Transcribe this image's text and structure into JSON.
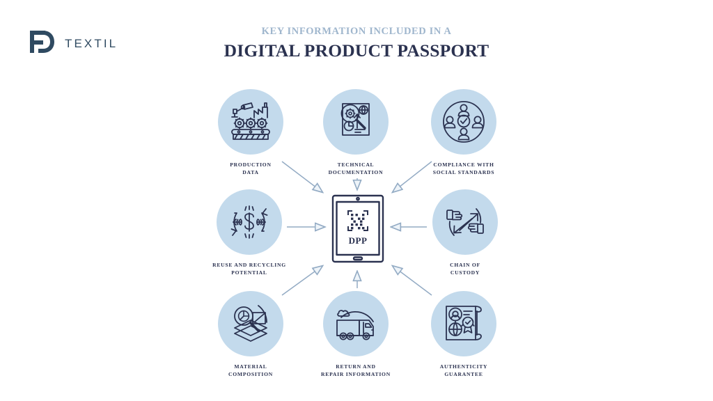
{
  "brand": {
    "logo_icon": "fd-monogram-icon",
    "wordmark": "TEXTIL"
  },
  "header": {
    "eyebrow": "KEY INFORMATION INCLUDED IN A",
    "headline": "DIGITAL PRODUCT PASSPORT"
  },
  "center": {
    "device_icon": "tablet-qr-icon",
    "qr_icon": "qr-code-icon",
    "label": "DPP"
  },
  "colors": {
    "bubble_fill": "#c3daec",
    "line_dark": "#2b3250",
    "arrow": "#93abc4",
    "eyebrow": "#9fb6cd",
    "headline": "#2b3250",
    "logo": "#2f4a61",
    "background": "#ffffff"
  },
  "nodes": [
    {
      "id": "production",
      "label": "PRODUCTION\nDATA",
      "icon": "factory-robot-gears-icon",
      "position": "top-left",
      "arrow_direction": "diagonal-down-right"
    },
    {
      "id": "technical",
      "label": "TECHNICAL\nDOCUMENTATION",
      "icon": "magnifier-gear-document-icon",
      "position": "top-center",
      "arrow_direction": "down"
    },
    {
      "id": "compliance",
      "label": "COMPLIANCE WITH\nSOCIAL STANDARDS",
      "icon": "people-checkmark-circle-icon",
      "position": "top-right",
      "arrow_direction": "diagonal-down-left"
    },
    {
      "id": "reuse",
      "label": "REUSE AND RECYCLING\nPOTENTIAL",
      "icon": "dollar-recycle-leaves-icon",
      "position": "middle-left",
      "arrow_direction": "right"
    },
    {
      "id": "chain",
      "label": "CHAIN OF\nCUSTODY",
      "icon": "hands-exchange-arrows-icon",
      "position": "middle-right",
      "arrow_direction": "left"
    },
    {
      "id": "material",
      "label": "MATERIAL\nCOMPOSITION",
      "icon": "magnifier-piechart-layers-icon",
      "position": "bottom-left",
      "arrow_direction": "diagonal-up-right"
    },
    {
      "id": "return",
      "label": "RETURN AND\nREPAIR INFORMATION",
      "icon": "delivery-truck-cloud-icon",
      "position": "bottom-center",
      "arrow_direction": "up"
    },
    {
      "id": "authenticity",
      "label": "AUTHENTICITY\nGUARANTEE",
      "icon": "certificate-seal-globe-icon",
      "position": "bottom-right",
      "arrow_direction": "diagonal-up-left"
    }
  ]
}
